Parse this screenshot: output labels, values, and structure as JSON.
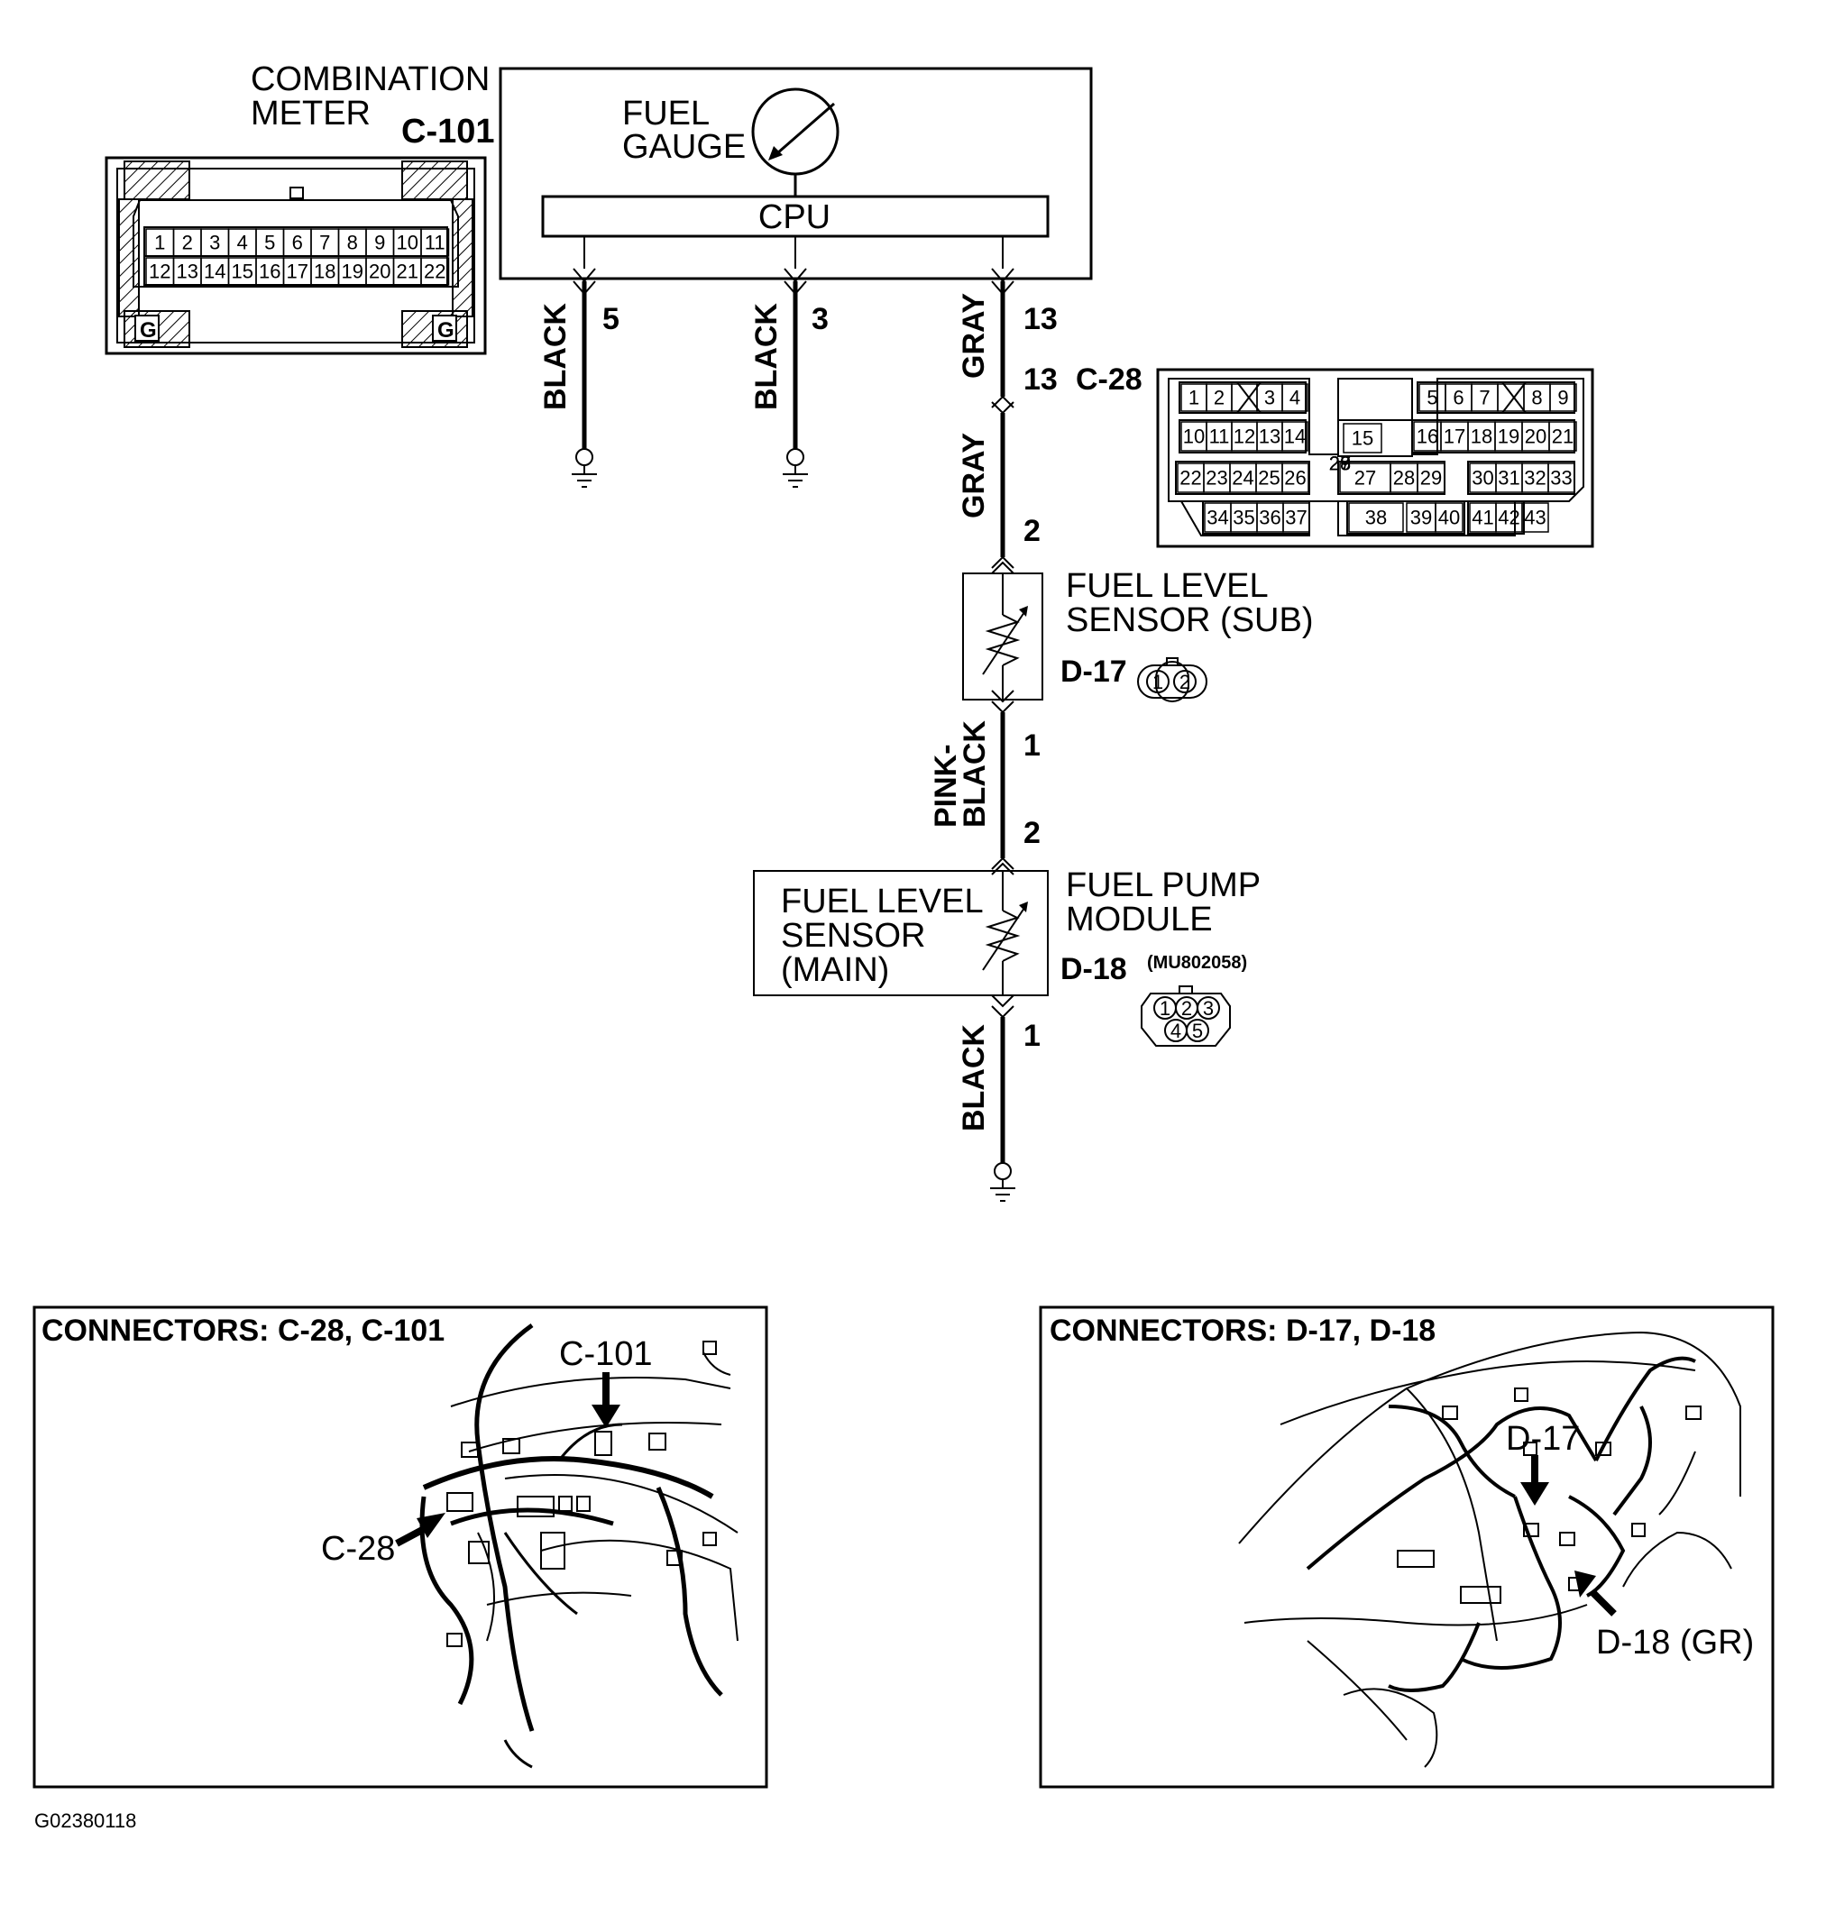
{
  "combination_meter": {
    "title_line1": "COMBINATION",
    "title_line2": "METER",
    "connector_id": "C-101",
    "gauge_line1": "FUEL",
    "gauge_line2": "GAUGE",
    "cpu_label": "CPU",
    "pins_row1": [
      "1",
      "2",
      "3",
      "4",
      "5",
      "6",
      "7",
      "8",
      "9",
      "10",
      "11"
    ],
    "pins_row2": [
      "12",
      "13",
      "14",
      "15",
      "16",
      "17",
      "18",
      "19",
      "20",
      "21",
      "22"
    ],
    "ground_mark": "G"
  },
  "wires": {
    "w1": {
      "color": "BLACK",
      "pin": "5"
    },
    "w2": {
      "color": "BLACK",
      "pin": "3"
    },
    "w3": {
      "color_upper": "GRAY",
      "pin_top": "13",
      "pin_c28": "13",
      "c28_id": "C-28",
      "color_lower": "GRAY",
      "pin_bottom": "2"
    },
    "w4": {
      "color_line1": "PINK-",
      "color_line2": "BLACK",
      "pin_top": "1",
      "pin_bottom": "2"
    },
    "w5": {
      "color": "BLACK",
      "pin": "1"
    }
  },
  "c28_pins": {
    "left_row1": [
      "1",
      "2",
      "",
      "3",
      "4"
    ],
    "left_row2": [
      "10",
      "11",
      "12",
      "13",
      "14"
    ],
    "left_row3": [
      "22",
      "23",
      "24",
      "25",
      "26"
    ],
    "left_row4": [
      "34",
      "35",
      "36",
      "37"
    ],
    "mid_row2": [
      "15"
    ],
    "mid_row3": [
      "27",
      "28",
      "29"
    ],
    "mid_row4": [
      "38",
      "39",
      "40"
    ],
    "right_row1": [
      "5",
      "6",
      "7",
      "",
      "8",
      "9"
    ],
    "right_row2": [
      "16",
      "17",
      "18",
      "19",
      "20",
      "21"
    ],
    "right_row3": [
      "30",
      "31",
      "32",
      "33"
    ],
    "right_row4": [
      "41",
      "42",
      "43"
    ]
  },
  "sensor_sub": {
    "line1": "FUEL LEVEL",
    "line2": "SENSOR (SUB)",
    "connector_id": "D-17",
    "pins": [
      "1",
      "2"
    ]
  },
  "pump_module": {
    "inner_line1": "FUEL LEVEL",
    "inner_line2": "SENSOR",
    "inner_line3": "(MAIN)",
    "line1": "FUEL PUMP",
    "line2": "MODULE",
    "connector_id": "D-18",
    "part_no": "(MU802058)",
    "pins": [
      "1",
      "2",
      "3",
      "4",
      "5"
    ]
  },
  "panel_left": {
    "title": "CONNECTORS: C-28, C-101",
    "callout_c101": "C-101",
    "callout_c28": "C-28"
  },
  "panel_right": {
    "title": "CONNECTORS: D-17, D-18",
    "callout_d17": "D-17",
    "callout_d18": "D-18 (GR)"
  },
  "figure_id": "G02380118"
}
